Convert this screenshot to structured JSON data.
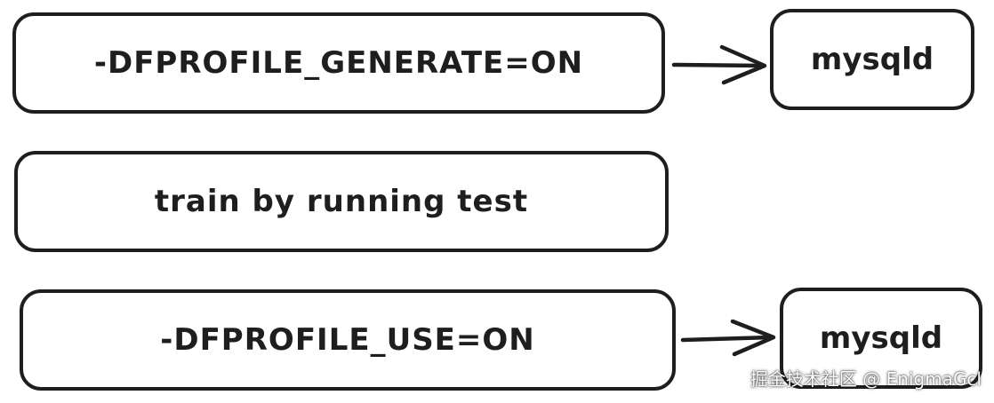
{
  "diagram": {
    "steps": [
      {
        "label": "-DFPROFILE_GENERATE=ON",
        "output": "mysqld"
      },
      {
        "label": "train by running test"
      },
      {
        "label": "-DFPROFILE_USE=ON",
        "output": "mysqld"
      }
    ]
  },
  "watermark": "掘金技术社区 @ EnigmaGcl",
  "colors": {
    "stroke": "#1e1e1e",
    "background": "#ffffff"
  }
}
